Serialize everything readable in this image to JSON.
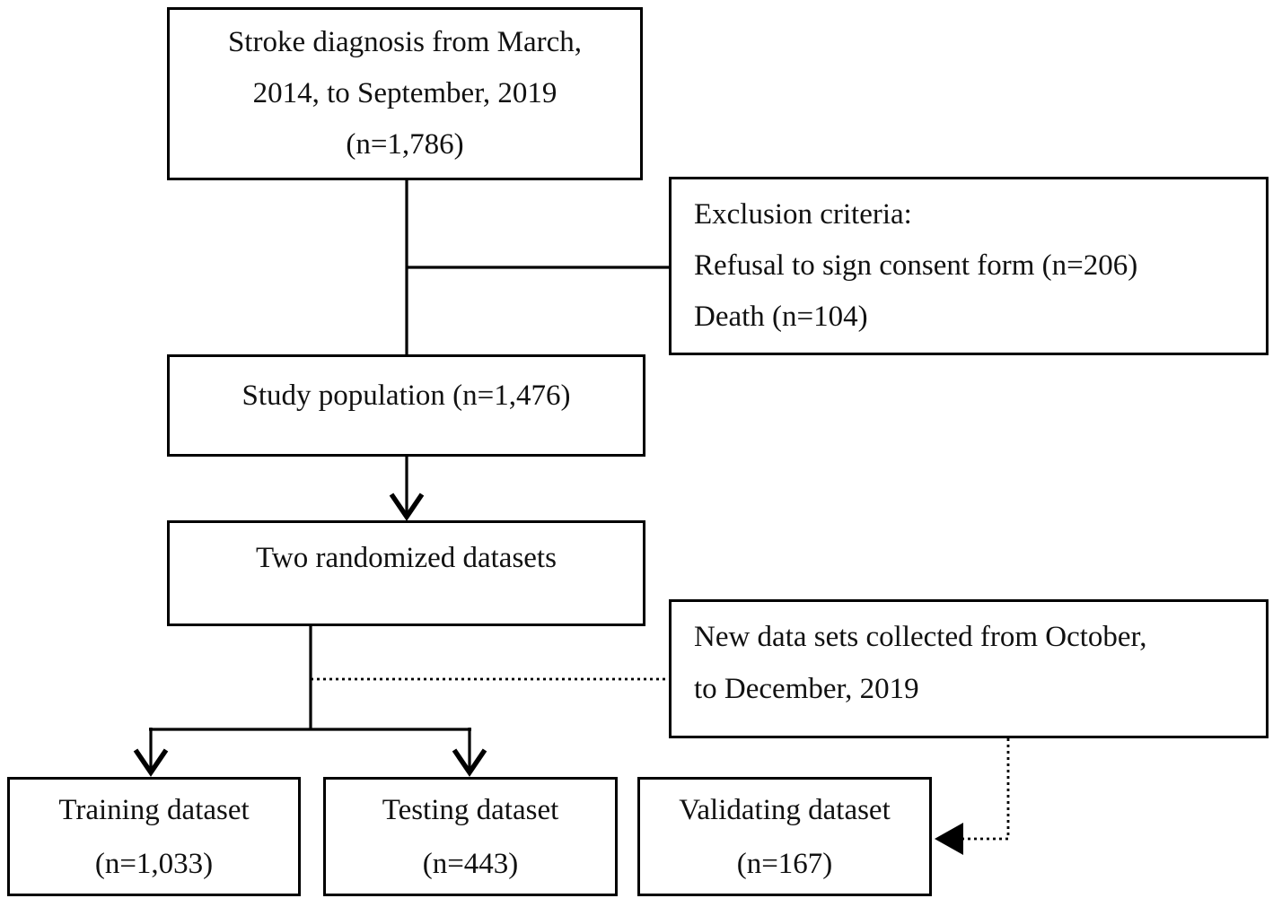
{
  "figure": {
    "colors": {
      "line": "#000000",
      "text": "#111111",
      "background": "#ffffff"
    },
    "boxes": {
      "stroke_diagnosis": {
        "lines": [
          "Stroke diagnosis from March,",
          "2014, to September, 2019",
          "(n=1,786)"
        ]
      },
      "exclusion": {
        "lines": [
          "Exclusion criteria:",
          "Refusal to sign consent form (n=206)",
          "Death (n=104)"
        ]
      },
      "study_population": {
        "lines": [
          "Study population (n=1,476)"
        ]
      },
      "two_randomized": {
        "lines": [
          "Two randomized datasets"
        ]
      },
      "new_data": {
        "lines": [
          "New data sets collected from October,",
          "to December, 2019"
        ]
      },
      "training": {
        "lines": [
          "Training dataset",
          "(n=1,033)"
        ]
      },
      "testing": {
        "lines": [
          "Testing dataset",
          "(n=443)"
        ]
      },
      "validating": {
        "lines": [
          "Validating dataset",
          "(n=167)"
        ]
      }
    }
  }
}
